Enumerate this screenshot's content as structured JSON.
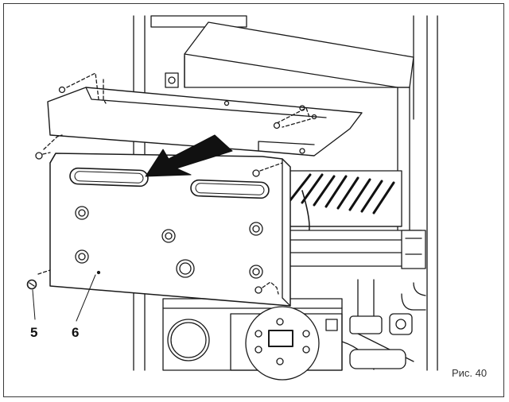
{
  "callouts": {
    "screw_label": "5",
    "panel_label": "6"
  },
  "caption": "Рис. 40",
  "colors": {
    "line": "#1a1a1a",
    "arrow": "#111111",
    "fill": "#ffffff",
    "shade": "#e9e9e9",
    "frame": "#3a3a3a"
  }
}
